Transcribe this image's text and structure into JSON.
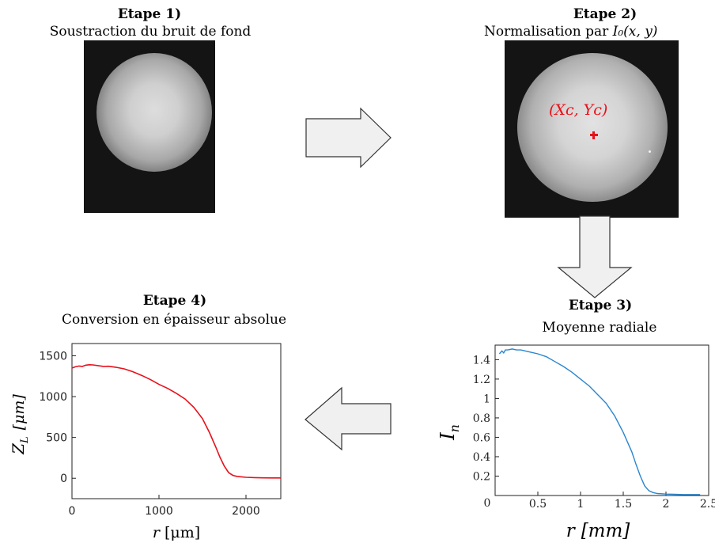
{
  "step1": {
    "title": "Etape 1)",
    "subtitle": "Soustraction du bruit de fond"
  },
  "step2": {
    "title": "Etape 2)",
    "subtitle_text": "Normalisation par ",
    "subtitle_math": "I₀(x, y)",
    "marker_label": "(Xᴄ, Yᴄ)"
  },
  "step3": {
    "title": "Etape 3)",
    "subtitle": "Moyenne radiale"
  },
  "step4": {
    "title": "Etape 4)",
    "subtitle": "Conversion en épaisseur absolue"
  },
  "colors": {
    "thickness_curve": "#e8101a",
    "intensity_curve": "#2a86d0",
    "marker": "#e8101a",
    "arrow_fill": "#f0f0f0"
  },
  "chart_data": [
    {
      "type": "line",
      "name": "step4-thickness",
      "ylabel": "Z_L [μm]",
      "ylabel_main": "Z",
      "ylabel_sub": "L",
      "ylabel_unit": "[μm]",
      "xlabel": "r [μm]",
      "xlabel_var": "r",
      "xlabel_unit": "[μm]",
      "xlim": [
        0,
        2400
      ],
      "ylim": [
        -250,
        1650
      ],
      "xticks": [
        0,
        1000,
        2000
      ],
      "yticks": [
        0,
        500,
        1000,
        1500
      ],
      "x": [
        0,
        40,
        80,
        120,
        160,
        200,
        240,
        300,
        360,
        420,
        500,
        600,
        700,
        800,
        900,
        1000,
        1100,
        1200,
        1300,
        1400,
        1500,
        1580,
        1650,
        1700,
        1750,
        1800,
        1850,
        1900,
        2000,
        2100,
        2200,
        2300,
        2400
      ],
      "y": [
        1350,
        1365,
        1375,
        1370,
        1385,
        1390,
        1388,
        1380,
        1370,
        1372,
        1360,
        1340,
        1305,
        1260,
        1210,
        1150,
        1100,
        1040,
        970,
        870,
        730,
        560,
        390,
        260,
        150,
        70,
        35,
        22,
        12,
        8,
        5,
        4,
        4
      ]
    },
    {
      "type": "line",
      "name": "step3-intensity",
      "ylabel": "I_n",
      "ylabel_main": "I",
      "ylabel_sub": "n",
      "xlabel": "r [mm]",
      "xlabel_var": "r",
      "xlabel_unit": "[mm]",
      "xlim": [
        0,
        2.5
      ],
      "ylim": [
        0,
        1.55
      ],
      "xticks": [
        0.5,
        1,
        1.5,
        2,
        2.5
      ],
      "xtick_labels": [
        "0.5",
        "1",
        "1.5",
        "2",
        "2.5"
      ],
      "origin_label": "0",
      "yticks": [
        0.2,
        0.4,
        0.6,
        0.8,
        1,
        1.2,
        1.4
      ],
      "ytick_labels": [
        "0.2",
        "0.4",
        "0.6",
        "0.8",
        "1",
        "1.2",
        "1.4"
      ],
      "x": [
        0.05,
        0.08,
        0.1,
        0.12,
        0.15,
        0.2,
        0.25,
        0.3,
        0.4,
        0.5,
        0.6,
        0.7,
        0.8,
        0.9,
        1.0,
        1.1,
        1.2,
        1.3,
        1.4,
        1.5,
        1.6,
        1.65,
        1.7,
        1.75,
        1.8,
        1.85,
        1.9,
        2.0,
        2.1,
        2.2,
        2.3,
        2.4
      ],
      "y": [
        1.46,
        1.49,
        1.47,
        1.5,
        1.5,
        1.51,
        1.5,
        1.5,
        1.48,
        1.46,
        1.43,
        1.38,
        1.33,
        1.27,
        1.2,
        1.13,
        1.04,
        0.95,
        0.82,
        0.65,
        0.45,
        0.32,
        0.2,
        0.1,
        0.05,
        0.03,
        0.02,
        0.015,
        0.012,
        0.01,
        0.01,
        0.01
      ]
    }
  ]
}
